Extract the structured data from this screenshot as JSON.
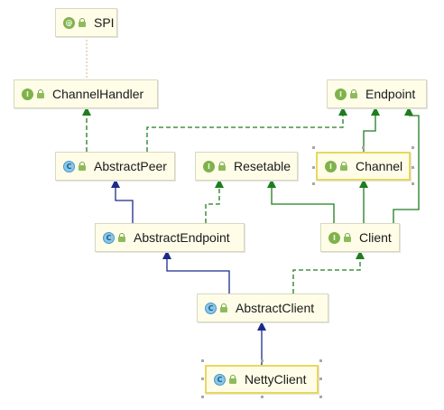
{
  "nodes": {
    "spi": {
      "label": "SPI",
      "kind": "@"
    },
    "channel_handler": {
      "label": "ChannelHandler",
      "kind": "I"
    },
    "endpoint": {
      "label": "Endpoint",
      "kind": "I"
    },
    "abstract_peer": {
      "label": "AbstractPeer",
      "kind": "C"
    },
    "resetable": {
      "label": "Resetable",
      "kind": "I"
    },
    "channel": {
      "label": "Channel",
      "kind": "I"
    },
    "abstract_endpoint": {
      "label": "AbstractEndpoint",
      "kind": "C"
    },
    "client": {
      "label": "Client",
      "kind": "I"
    },
    "abstract_client": {
      "label": "AbstractClient",
      "kind": "C"
    },
    "netty_client": {
      "label": "NettyClient",
      "kind": "C"
    }
  },
  "edge_colors": {
    "implements": "#1e7d1e",
    "extends": "#1b2b8c",
    "annotation": "#d4b48a"
  }
}
